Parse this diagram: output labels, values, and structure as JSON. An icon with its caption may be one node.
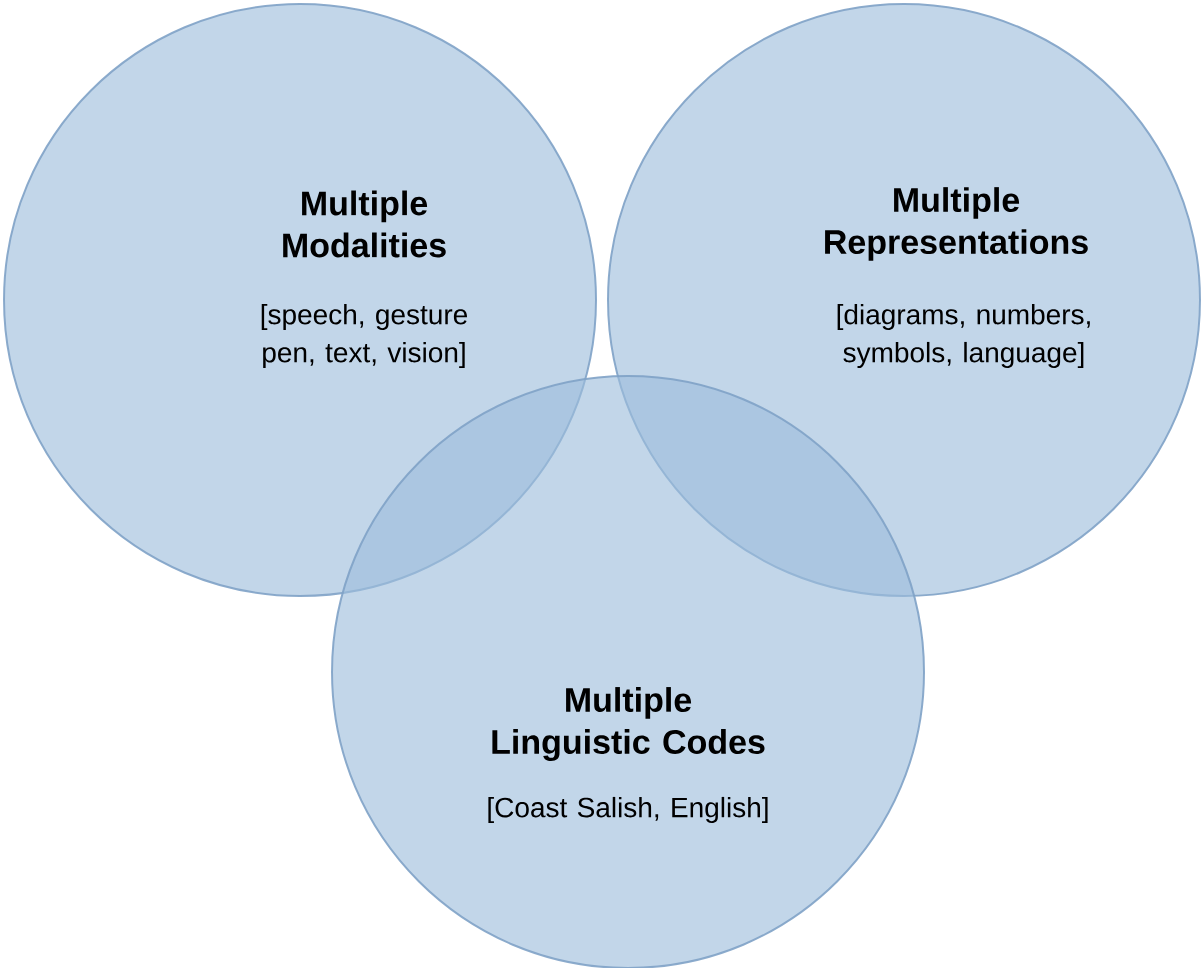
{
  "diagram": {
    "nodes": [
      {
        "text": [
          "Multiple Modalities",
          "[speech, gesture pen, text, vision]"
        ]
      },
      {
        "text": [
          "Multiple Representations",
          "[diagrams, numbers, symbols, language]"
        ]
      },
      {
        "text": [
          "Multiple Linguistic Codes",
          "[Coast Salish, English]"
        ]
      }
    ]
  }
}
